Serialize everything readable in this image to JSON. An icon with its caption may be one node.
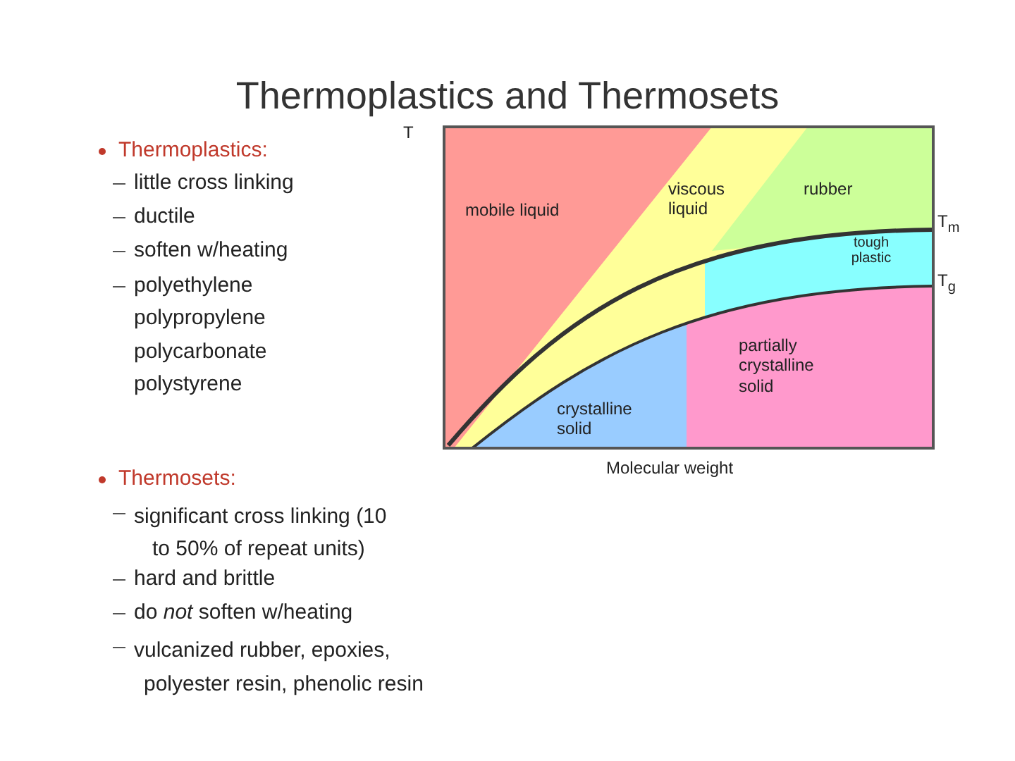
{
  "diagram": {
    "title": "Thermoplastics and Thermosets",
    "labels": [
      "Thermoplastics:",
      "little cross linking",
      "ductile",
      "soften w/heating",
      "polyethylene",
      "polypropylene",
      "polycarbonate",
      "polystyrene",
      "T",
      "mobile liquid",
      "viscous liquid",
      "rubber",
      "T$_{m}$",
      "tough plastic",
      "T$_{g}$",
      "crystalline solid",
      "partially crystalline solid",
      "Molecular weight",
      "Thermosets:",
      "significant cross linking (10 to 50% of repeat units)",
      "hard and brittle",
      "do *not* soften w/heating",
      "vulcanized rubber, epoxies, polyester resin, phenolic resin"
    ]
  }
}
